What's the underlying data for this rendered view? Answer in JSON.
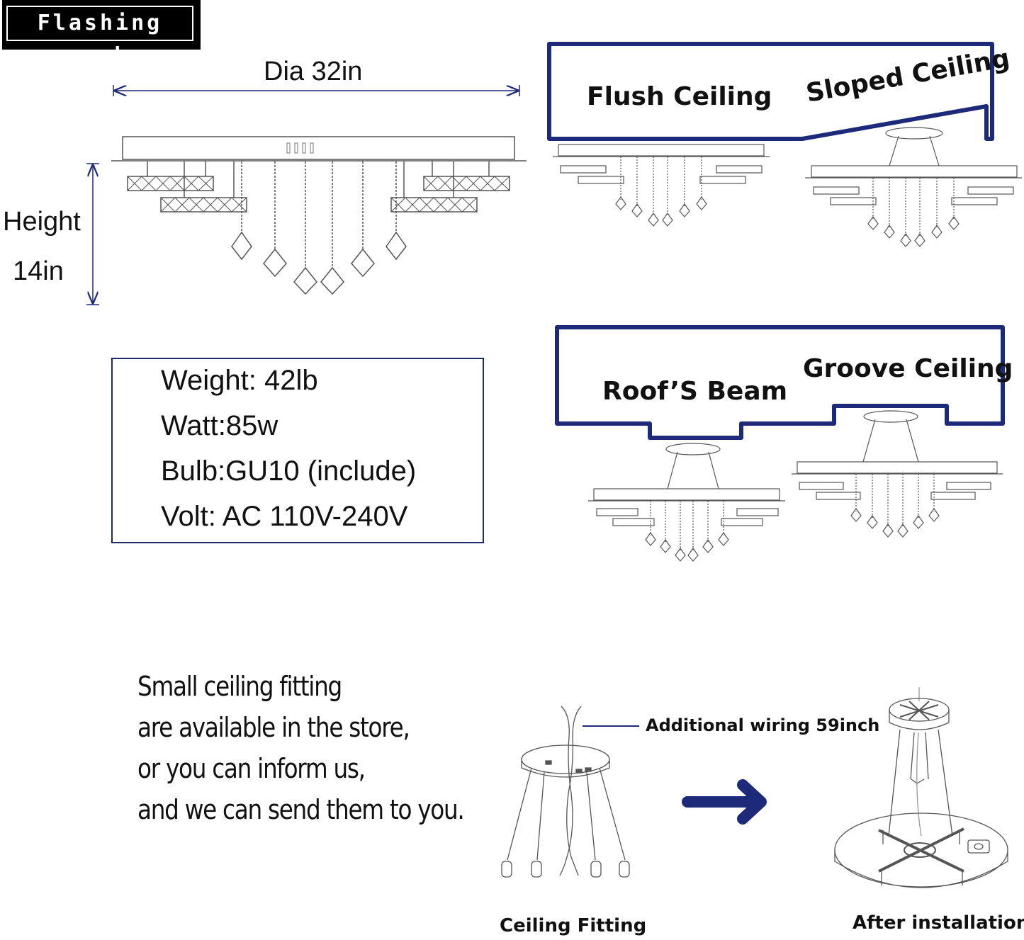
{
  "brand": {
    "name": "Flashing god"
  },
  "dimensions": {
    "diameter": "Dia 32in",
    "height_label": "Height",
    "height_value": "14in"
  },
  "specs": [
    "Weight: 42lb",
    "Watt:85w",
    "Bulb:GU10 (include)",
    "Volt: AC 110V-240V"
  ],
  "ceiling_types": {
    "flush": "Flush Ceiling",
    "sloped": "Sloped Ceiling",
    "beam": "Roof’S Beam",
    "groove": "Groove Ceiling"
  },
  "fitting_note": [
    "Small ceiling fitting",
    "are available in the store,",
    "or you can inform us,",
    "and we can send them to you."
  ],
  "wiring_label": "Additional wiring 59inch",
  "captions": {
    "fitting": "Ceiling Fitting",
    "installed": "After installation"
  },
  "colors": {
    "accent": "#1d2a7a",
    "line": "#555555",
    "text": "#111111"
  }
}
